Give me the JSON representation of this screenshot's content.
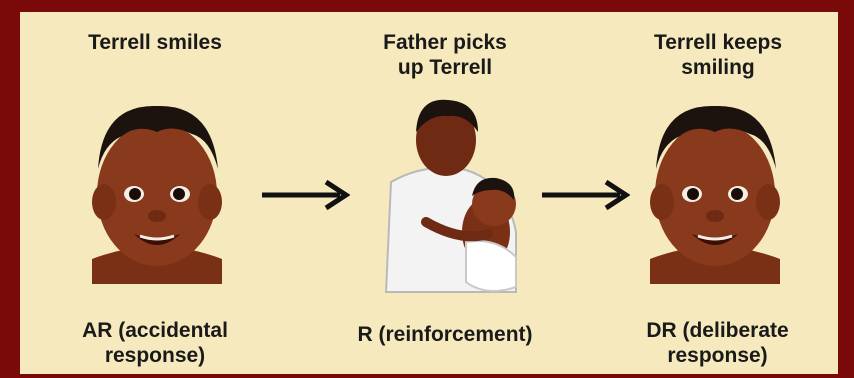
{
  "panels": [
    {
      "top": "Terrell smiles",
      "bottom_line1": "AR (accidental",
      "bottom_line2": "response)"
    },
    {
      "top_line1": "Father picks",
      "top_line2": "up Terrell",
      "bottom": "R (reinforcement)"
    },
    {
      "top_line1": "Terrell keeps",
      "top_line2": "smiling",
      "bottom_line1": "DR (deliberate",
      "bottom_line2": "response)"
    }
  ],
  "colors": {
    "frame": "#7a0a0a",
    "panel": "#f6e9bd",
    "skin": "#8a3a1c",
    "hair": "#1c120e",
    "arrow": "#111111"
  },
  "icons": [
    "baby-face-icon",
    "right-arrow-icon",
    "father-holding-baby-icon"
  ]
}
